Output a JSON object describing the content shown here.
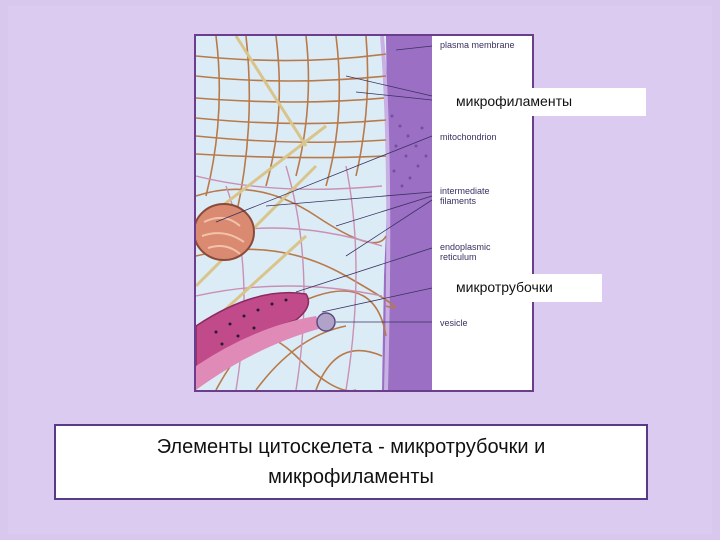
{
  "figure": {
    "labels": {
      "plasma_membrane": "plasma membrane",
      "mitochondrion": "mitochondrion",
      "intermediate_filaments": "intermediate filaments",
      "endoplasmic_reticulum": "endoplasmic reticulum",
      "vesicle": "vesicle"
    },
    "overlays": {
      "microfilaments": "микрофиламенты",
      "microtubules": "микротрубочки"
    }
  },
  "caption": "Элементы цитоскелета - микротрубочки и микрофиламенты",
  "colors": {
    "background": "#d9c8ee",
    "frame_border": "#6a3e8a",
    "membrane": "#9a6fc4",
    "cytoplasm": "#dcecf6",
    "filament": "#b87a4a"
  }
}
